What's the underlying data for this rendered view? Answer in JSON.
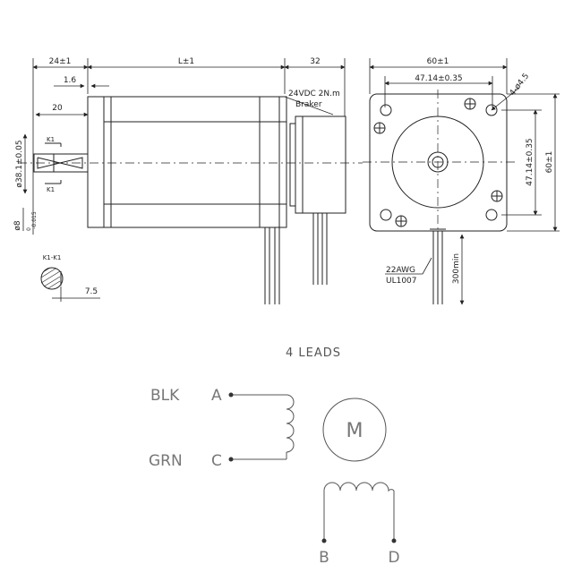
{
  "side_view": {
    "dim_top": [
      "24±1",
      "L±1",
      "32"
    ],
    "dim_1_6": "1.6",
    "dim_20": "20",
    "brake_spec": "24VDC 2N.m",
    "brake_label": "Braker",
    "shaft_dia": "ø38.1±0.05",
    "shaft_d_main": "ø8",
    "shaft_d_tol": "-0.015",
    "shaft_d_tol2": "0",
    "section_mark": "K1"
  },
  "section_view": {
    "label": "K1-K1",
    "flat_dim": "7.5"
  },
  "front_view": {
    "width": "60±1",
    "bolt_spacing_h": "47.14±0.35",
    "bolt_spacing_v": "47.14±0.35",
    "height": "60±1",
    "holes": "4-ø4.5",
    "wire_gauge": "22AWG",
    "wire_std": "UL1007",
    "lead_length": "300min"
  },
  "wiring": {
    "title": "4 LEADS",
    "motor_letter": "M",
    "wire_blk": "BLK",
    "wire_grn": "GRN",
    "term_a": "A",
    "term_c": "C",
    "term_b": "B",
    "term_d": "D"
  }
}
